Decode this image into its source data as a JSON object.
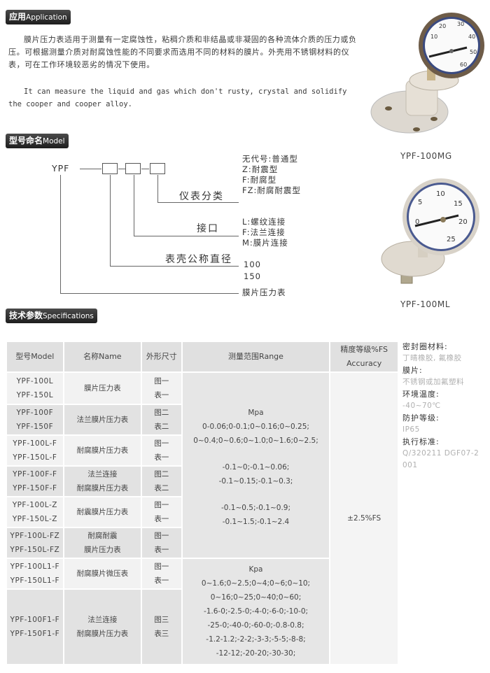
{
  "application": {
    "tag_cn": "应用",
    "tag_en": "Application",
    "para_cn": "膜片压力表适用于测量有一定腐蚀性，粘稠介质和非结晶或非凝固的各种流体介质的压力或负压。可根据测量介质对耐腐蚀性能的不同要求而选用不同的材料的膜片。外壳用不锈钢材料的仪表，可在工作环境较恶劣的情况下使用。",
    "para_en": "It can measure the liquid and gas which don't rusty, crystal and solidify the cooper and cooper alloy."
  },
  "products": [
    {
      "caption": "YPF-100MG"
    },
    {
      "caption": "YPF-100ML"
    }
  ],
  "model": {
    "tag_cn": "型号命名",
    "tag_en": "Model",
    "prefix": "YPF",
    "dash": "—",
    "labels": {
      "category": "仪表分类",
      "connection": "接口",
      "diameter": "表壳公称直径",
      "name": "膜片压力表"
    },
    "category_options": [
      "无代号:普通型",
      "Z:耐震型",
      "F:耐腐型",
      "FZ:耐腐耐震型"
    ],
    "connection_options": [
      "L:螺纹连接",
      "F:法兰连接",
      "M:膜片连接"
    ],
    "diameter_options": [
      "100",
      "150"
    ]
  },
  "specs": {
    "tag_cn": "技术参数",
    "tag_en": "Specifications",
    "headers": {
      "model": "型号Model",
      "name": "名称Name",
      "size": "外形尺寸",
      "range": "测量范围Range",
      "accuracy_cn": "精度等级%FS",
      "accuracy_en": "Accuracy"
    },
    "rows": [
      {
        "models": [
          "YPF-100L",
          "YPF-150L"
        ],
        "name": [
          "膜片压力表"
        ],
        "size": [
          "图一",
          "表一"
        ]
      },
      {
        "models": [
          "YPF-100F",
          "YPF-150F"
        ],
        "name": [
          "法兰膜片压力表"
        ],
        "size": [
          "图二",
          "表二"
        ]
      },
      {
        "models": [
          "YPF-100L-F",
          "YPF-150L-F"
        ],
        "name": [
          "耐腐膜片压力表"
        ],
        "size": [
          "图一",
          "表一"
        ]
      },
      {
        "models": [
          "YPF-100F-F",
          "YPF-150F-F"
        ],
        "name": [
          "法兰连接",
          "耐腐膜片压力表"
        ],
        "size": [
          "图二",
          "表二"
        ]
      },
      {
        "models": [
          "YPF-100L-Z",
          "YPF-150L-Z"
        ],
        "name": [
          "耐震膜片压力表"
        ],
        "size": [
          "图一",
          "表一"
        ]
      },
      {
        "models": [
          "YPF-100L-FZ",
          "YPF-150L-FZ"
        ],
        "name": [
          "耐腐耐震",
          "膜片压力表"
        ],
        "size": [
          "图一",
          "表一"
        ]
      },
      {
        "models": [
          "YPF-100L1-F",
          "YPF-150L1-F"
        ],
        "name": [
          "耐腐膜片微压表"
        ],
        "size": [
          "图一",
          "表一"
        ]
      },
      {
        "models": [
          "YPF-100F1-F",
          "YPF-150F1-F"
        ],
        "name": [
          "法兰连接",
          "耐腐膜片压力表"
        ],
        "size": [
          "图三",
          "表三"
        ]
      }
    ],
    "range_mpa": {
      "unit": "Mpa",
      "lines": [
        "0-0.06;0-0.1;0~0.16;0~0.25;",
        "0~0.4;0~0.6;0~1.0;0~1.6;0~2.5;"
      ],
      "neg_lines_1": [
        "-0.1~0;-0.1~0.06;",
        "-0.1~0.15;-0.1~0.3;"
      ],
      "neg_lines_2": [
        "-0.1~0.5;-0.1~0.9;",
        "-0.1~1.5;-0.1~2.4"
      ]
    },
    "range_kpa": {
      "unit": "Kpa",
      "lines": [
        "0~1.6;0~2.5;0~4;0~6;0~10;",
        "0~16;0~25;0~40;0~60;",
        "-1.6-0;-2.5-0;-4-0;-6-0;-10-0;",
        "-25-0;-40-0;-60-0;-0.8-0.8;",
        "-1.2-1.2;-2-2;-3-3;-5-5;-8-8;",
        "-12-12;-20-20;-30-30;"
      ]
    },
    "accuracy": "±2.5%FS"
  },
  "side_info": [
    {
      "key": "密封圈材料:",
      "value": "丁晴橡胶, 氟橡胶"
    },
    {
      "key": "膜片:",
      "value": "不锈钢或加氟塑料"
    },
    {
      "key": "环境温度:",
      "value": "-40~70℃"
    },
    {
      "key": "防护等级:",
      "value": "IP65"
    },
    {
      "key": "执行标准:",
      "value": "Q/320211 DGF07-2001"
    }
  ]
}
